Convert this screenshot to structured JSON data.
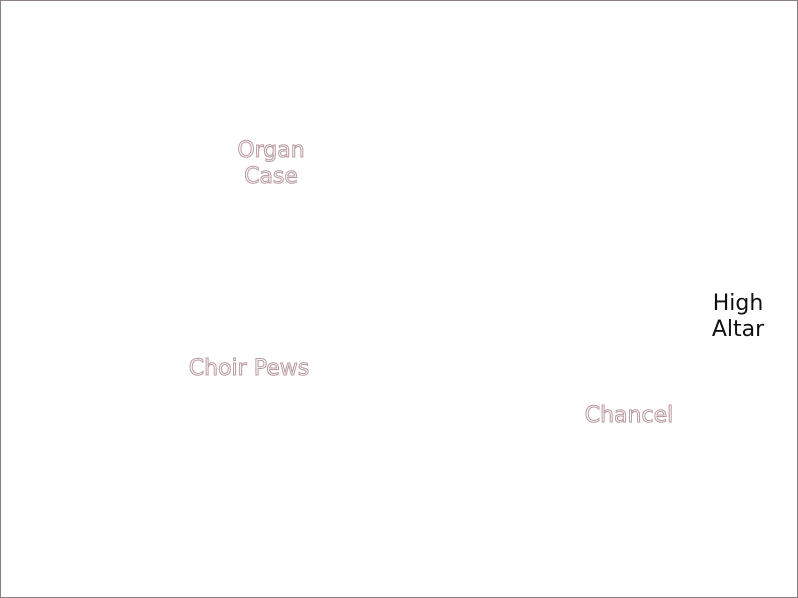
{
  "labels": {
    "organ_case": "Organ\nCase",
    "choir_pews": "Choir Pews",
    "chancel": "Chancel",
    "high_altar": "High\nAltar"
  }
}
